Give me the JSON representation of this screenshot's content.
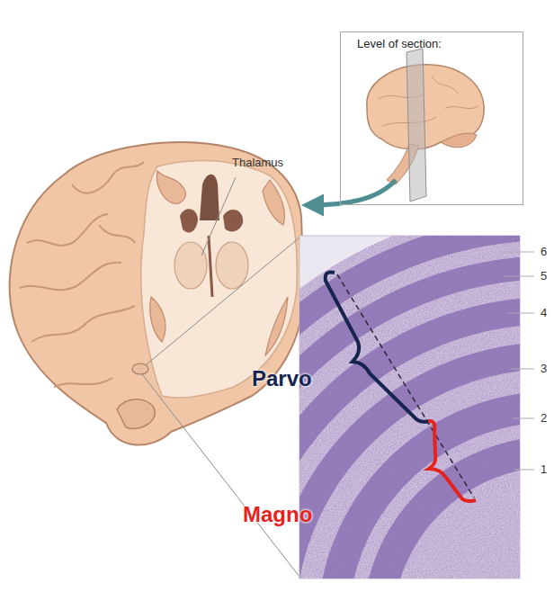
{
  "diagram": {
    "nodes": [
      {
        "text": [
          "Level of section:"
        ]
      }
    ],
    "labels": [
      "Thalamus",
      "6",
      "5",
      "4",
      "3",
      "2",
      "1",
      "Parvo",
      "Magno"
    ]
  }
}
